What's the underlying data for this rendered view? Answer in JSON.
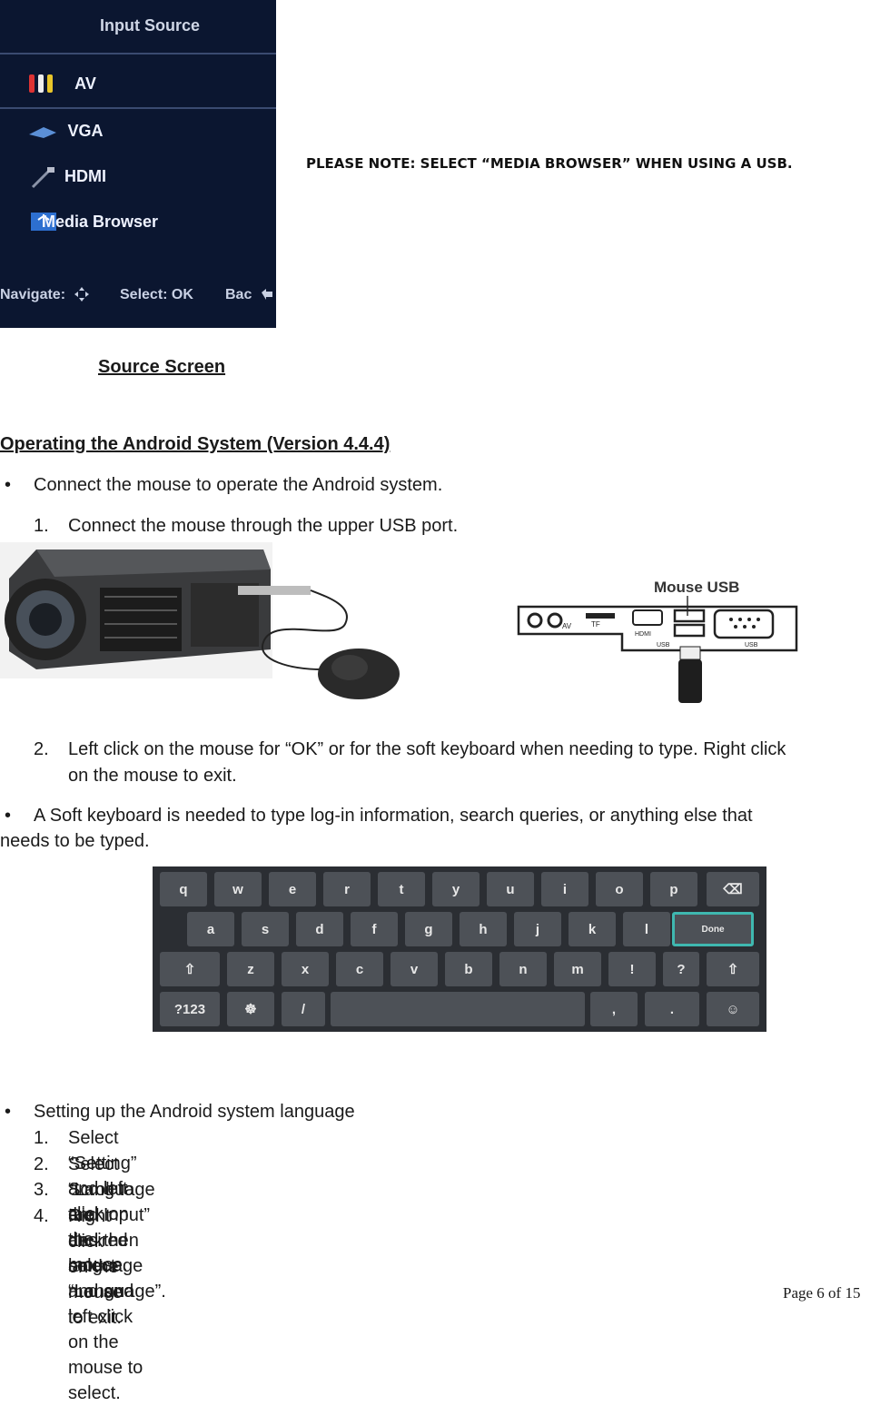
{
  "source_screen": {
    "title": "Input Source",
    "items": [
      {
        "label": "AV",
        "icon": "av-plugs-icon"
      },
      {
        "label": "VGA",
        "icon": "vga-cable-icon"
      },
      {
        "label": "HDMI",
        "icon": "hdmi-cable-icon"
      },
      {
        "label": "Media Browser",
        "icon": "usb-media-icon"
      }
    ],
    "hints": {
      "navigate": "Navigate:",
      "select": "Select: OK",
      "back": "Bac"
    }
  },
  "note": "PLEASE NOTE: SELECT “MEDIA BROWSER” WHEN USING A USB.",
  "caption": "Source Screen",
  "section_heading": "Operating the Android System (Version 4.4.4)",
  "bullets": {
    "b1": "Connect the mouse to operate the Android system.",
    "b1_step1_num": "1.",
    "b1_step1": "Connect the mouse through the upper USB port.",
    "b1_step2_num": "2.",
    "b1_step2_line1": "Left click on the mouse for “OK” or for the soft keyboard when needing to type. Right click",
    "b1_step2_line2": "on the mouse to exit.",
    "b2_line1": "A Soft keyboard is needed to type log-in information, search queries, or anything else that",
    "b2_line2": "needs to be typed.",
    "b3": "Setting up the Android system language",
    "b3_steps": [
      {
        "num": "1.",
        "text": "Select “Setting” and left click on the mouse."
      },
      {
        "num": "2.",
        "text": "Select “Language and Input” and then select “Language”."
      },
      {
        "num": "3.",
        "text": "Scroll to the desired language and and left click on the mouse to select."
      },
      {
        "num": "4.",
        "text": "Right click on the mouse to exit."
      }
    ],
    "bullet_glyph": "•"
  },
  "ports_panel": {
    "title": "Mouse USB",
    "labels": {
      "av": "AV",
      "tf": "TF",
      "hdmi": "HDMI",
      "usb1": "USB",
      "usb2": "USB"
    }
  },
  "keyboard": {
    "row1": [
      "q",
      "w",
      "e",
      "r",
      "t",
      "y",
      "u",
      "i",
      "o",
      "p",
      "⌫"
    ],
    "row2": [
      "a",
      "s",
      "d",
      "f",
      "g",
      "h",
      "j",
      "k",
      "l",
      "Done"
    ],
    "row3": [
      "⇧",
      "z",
      "x",
      "c",
      "v",
      "b",
      "n",
      "m",
      "!",
      "?",
      "⇧"
    ],
    "row4": [
      "?123",
      "☸",
      "/",
      "",
      ",",
      ".",
      "☺"
    ]
  },
  "footer": "Page 6 of  15"
}
